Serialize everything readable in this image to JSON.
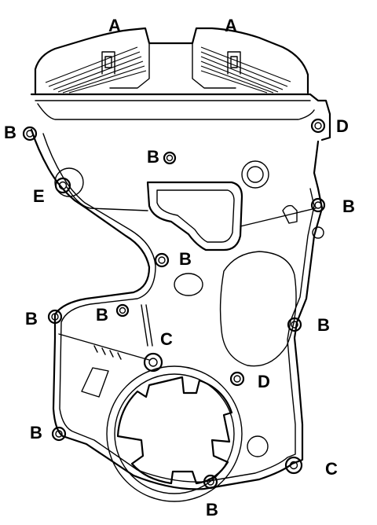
{
  "labels": {
    "a_left": "A",
    "a_right": "A",
    "b_left_top": "B",
    "d_right_top": "D",
    "b_center_top": "B",
    "e_left": "E",
    "b_right_mid": "B",
    "b_center_mid": "B",
    "b_left_mid": "B",
    "b_center_low": "B",
    "b_right_low": "B",
    "c_center": "C",
    "d_center_low": "D",
    "b_left_bottom": "B",
    "c_right_bottom": "C",
    "b_bottom": "B"
  },
  "colors": {
    "line": "#000000",
    "background": "#ffffff"
  }
}
